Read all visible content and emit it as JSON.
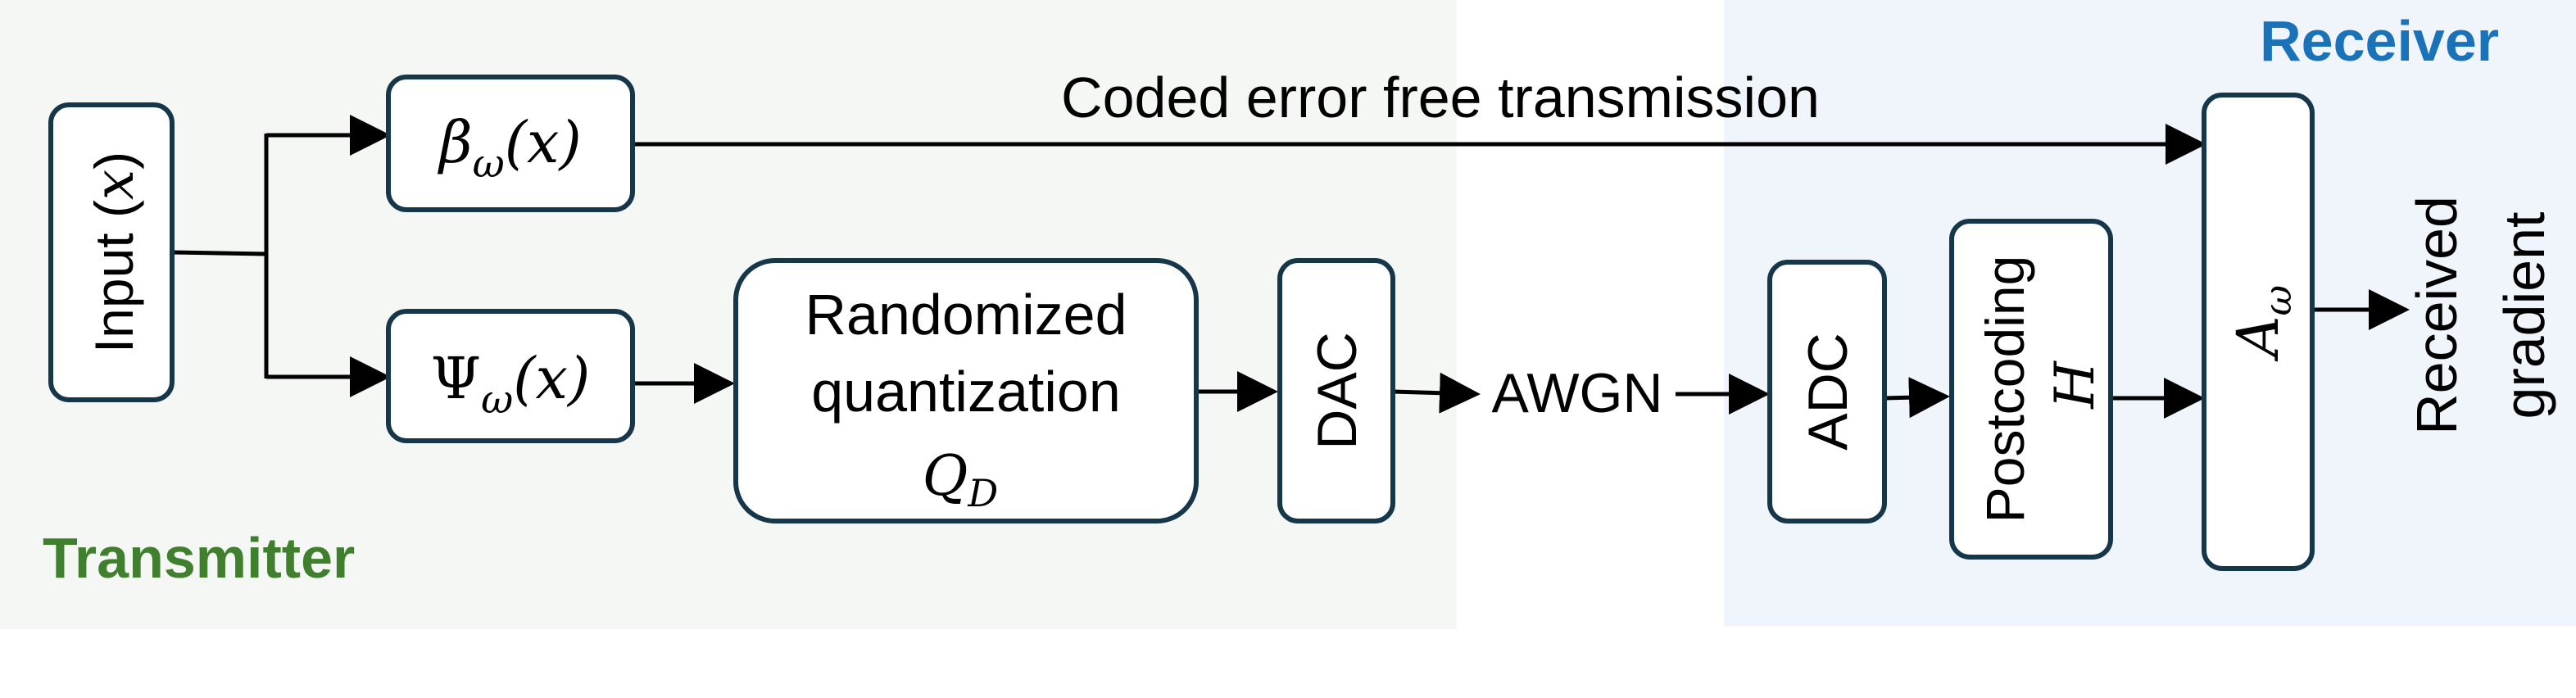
{
  "regions": {
    "transmitter": {
      "label": "Transmitter",
      "color": "#3f7f2d",
      "background": "#f4f7f3"
    },
    "receiver": {
      "label": "Receiver",
      "color": "#1a73b8",
      "background": "#eff5fa"
    }
  },
  "blocks": {
    "input": {
      "label_prefix": "Input (",
      "symbol": "x",
      "label_suffix": ")"
    },
    "beta": {
      "symbol": "β",
      "subscript": "ω",
      "argument": "(x)"
    },
    "psi": {
      "symbol": "Ψ",
      "subscript": "ω",
      "argument": "(x)"
    },
    "quantization": {
      "line1": "Randomized",
      "line2": "quantization",
      "symbol": "Q",
      "subscript": "D"
    },
    "dac": {
      "label": "DAC"
    },
    "adc": {
      "label": "ADC"
    },
    "postcoding": {
      "line1": "Postcoding",
      "symbol": "H"
    },
    "a_omega": {
      "symbol": "A",
      "subscript": "ω"
    }
  },
  "labels": {
    "coded_link": "Coded error free transmission",
    "channel": "AWGN",
    "output_line1": "Received",
    "output_line2": "gradient"
  },
  "colors": {
    "block_border": "#16364a",
    "arrow": "#000000"
  }
}
